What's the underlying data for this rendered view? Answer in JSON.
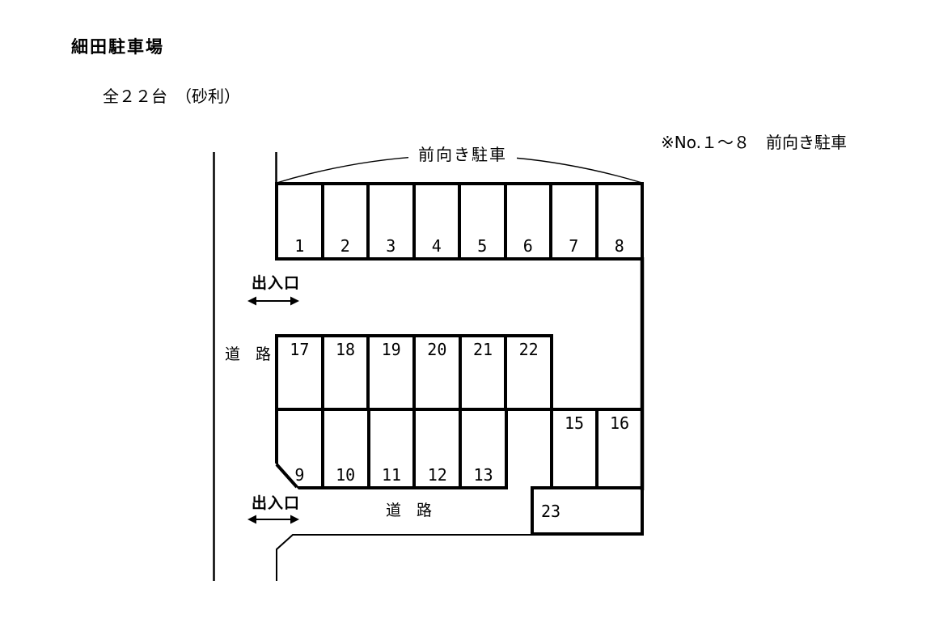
{
  "header": {
    "title": "細田駐車場",
    "capacity_note": "全２２台　（砂利）",
    "side_note": "※No.１～８　前向き駐車"
  },
  "diagram": {
    "front_parking_label": "前向き駐車",
    "entrance_top_label": "出入口",
    "entrance_bottom_label": "出入口",
    "road_left_label": "道　路",
    "road_bottom_label": "道　路",
    "spots": {
      "top": [
        "1",
        "2",
        "3",
        "4",
        "5",
        "6",
        "7",
        "8"
      ],
      "middle": [
        "17",
        "18",
        "19",
        "20",
        "21",
        "22"
      ],
      "bottom_left": [
        "9",
        "10",
        "11",
        "12",
        "13"
      ],
      "right_pair": [
        "15",
        "16"
      ],
      "annex": "23"
    }
  },
  "colors": {
    "ink": "#000000",
    "background": "#ffffff"
  }
}
